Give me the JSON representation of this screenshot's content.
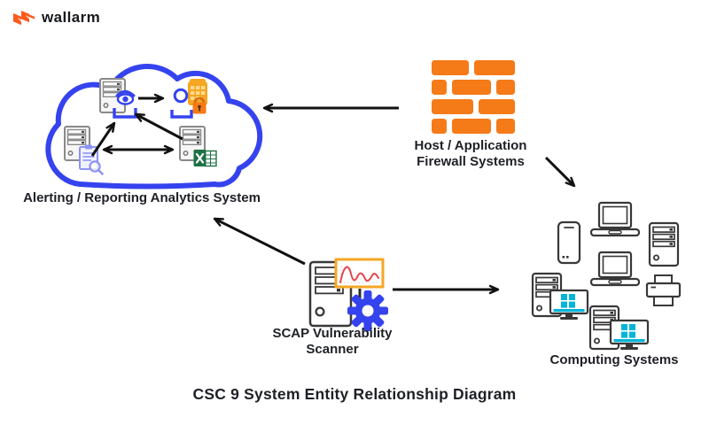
{
  "brand": {
    "name": "wallarm"
  },
  "diagram": {
    "title": "CSC 9 System Entity Relationship Diagram",
    "nodes": {
      "analytics": {
        "label": "Alerting / Reporting Analytics System"
      },
      "firewall": {
        "line1": "Host / Application",
        "line2": "Firewall Systems"
      },
      "scanner": {
        "line1": "SCAP Vulnerability",
        "line2": "Scanner"
      },
      "computing": {
        "label": "Computing Systems"
      }
    },
    "edges": [
      {
        "from": "host-application-firewall",
        "to": "analytics-cloud",
        "bidirectional": false
      },
      {
        "from": "host-application-firewall",
        "to": "computing-systems",
        "bidirectional": false
      },
      {
        "from": "scap-vulnerability-scanner",
        "to": "analytics-cloud",
        "bidirectional": false
      },
      {
        "from": "scap-vulnerability-scanner",
        "to": "computing-systems",
        "bidirectional": false
      },
      {
        "from": "monitoring-server",
        "to": "alert-contact",
        "bidirectional": false
      },
      {
        "from": "log-review-server",
        "to": "monitoring-server",
        "bidirectional": false
      },
      {
        "from": "report-export-server",
        "to": "monitoring-server",
        "bidirectional": false
      },
      {
        "from": "log-review-server",
        "to": "report-export-server",
        "bidirectional": true
      }
    ],
    "icons": {
      "logo": "wallarm-flag-icon",
      "cloud": "cloud-outline-icon",
      "servers": "server-tower-icon",
      "monitor_overlay": "eye-watch-icon",
      "contact_overlay": "person-phone-lock-icon",
      "log_overlay": "document-magnifier-icon",
      "report_overlay": "excel-spreadsheet-icon",
      "firewall": "brick-wall-icon",
      "scanner": "server-gear-waveform-icon",
      "computing": "devices-cluster-icon"
    },
    "colors": {
      "accent_blue": "#3543ee",
      "brand_orange": "#fd5a1e",
      "firewall_orange": "#f57a18",
      "amber": "#f5a623",
      "excel_green": "#1e7145",
      "windows_cyan": "#00b5d8",
      "wave_red": "#e5484d",
      "ink": "#1b1d22",
      "icon_gray": "#8a8a8a",
      "outline_dark": "#383838"
    }
  }
}
